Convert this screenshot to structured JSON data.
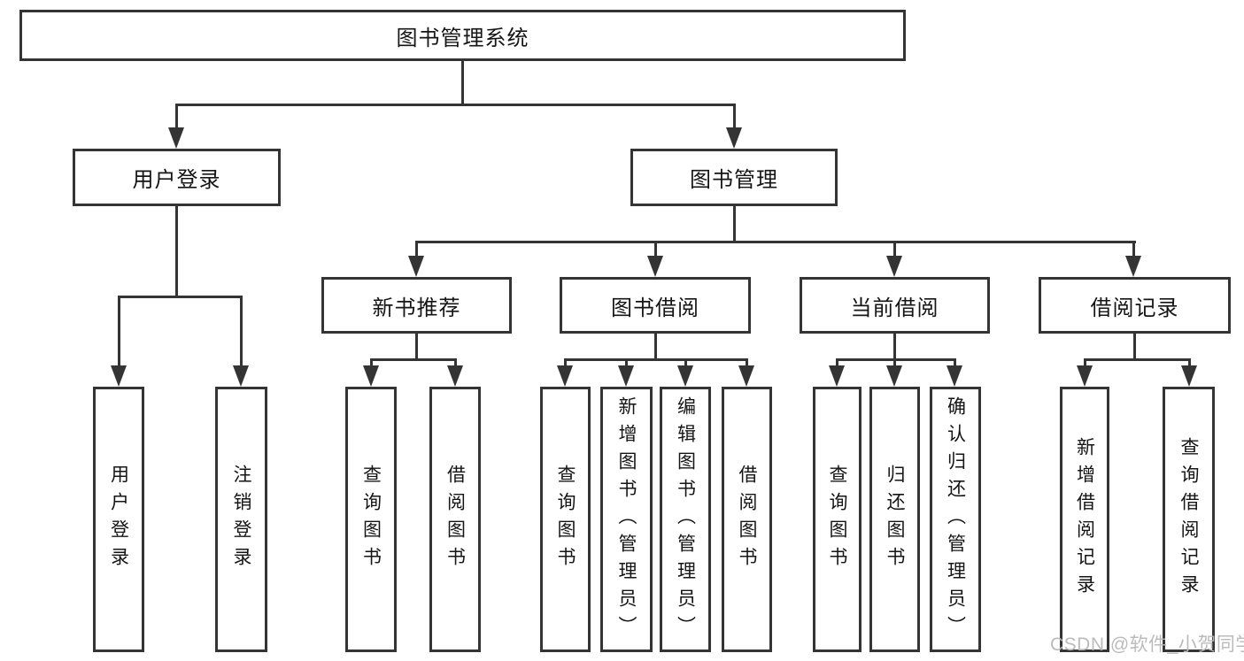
{
  "diagram": {
    "title": "图书管理系统",
    "nodes": {
      "root": "图书管理系统",
      "user_login": "用户登录",
      "book_management": "图书管理",
      "new_book_recommend": "新书推荐",
      "book_borrow": "图书借阅",
      "current_borrow": "当前借阅",
      "borrow_records": "借阅记录",
      "leaf_user_login": "用户登录",
      "leaf_logout": "注销登录",
      "leaf_nbr_query_books": "查询图书",
      "leaf_nbr_borrow_books": "借阅图书",
      "leaf_bb_query_books": "查询图书",
      "leaf_bb_add_books": "新增图书（管理员）",
      "leaf_bb_edit_books": "编辑图书（管理员）",
      "leaf_bb_borrow_books": "借阅图书",
      "leaf_cb_query_books": "查询图书",
      "leaf_cb_return_books": "归还图书",
      "leaf_cb_confirm_return": "确认归还（管理员）",
      "leaf_br_add_record": "新增借阅记录",
      "leaf_br_query_record": "查询借阅记录"
    },
    "watermark": "CSDN @软件_小贺同学",
    "colors": {
      "line": "#343434",
      "text": "#151515",
      "watermark": "#b7b7b7",
      "background": "#ffffff"
    }
  }
}
